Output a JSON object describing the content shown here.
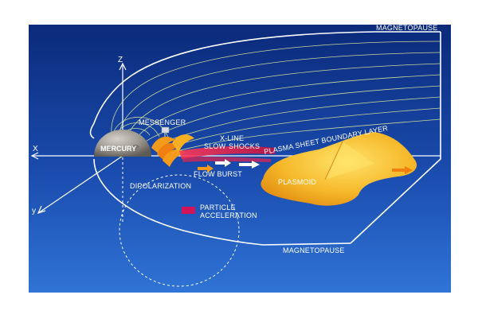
{
  "labels": {
    "magnetopause_top": "MAGNETOPAUSE",
    "magnetopause_bottom": "MAGNETOPAUSE",
    "messenger": "MESSENGER",
    "x_line": "X-LINE",
    "slow": "SLOW",
    "shocks": "SHOCKS",
    "plasma_sheet_boundary_layer": "PLASMA SHEET BOUNDARY LAYER",
    "mercury": "MERCURY",
    "flow_burst": "FLOW BURST",
    "dipolarization": "DIPOLARIZATION",
    "plasmoid": "PLASMOID",
    "particle_acceleration_line1": "PARTICLE",
    "particle_acceleration_line2": "ACCELERATION",
    "axis_z": "Z",
    "axis_x": "X",
    "axis_y": "y"
  },
  "colors": {
    "background_top": "#0b2a7a",
    "background_bottom": "#2c6fd0",
    "field_lines": "#c9d79b",
    "plasmoid": "#f2a91a",
    "plasmoid_highlight": "#ffd95a",
    "sheet_red": "#e8224a",
    "mercury": "#9c9790",
    "accel_marker": "#d2145a"
  }
}
